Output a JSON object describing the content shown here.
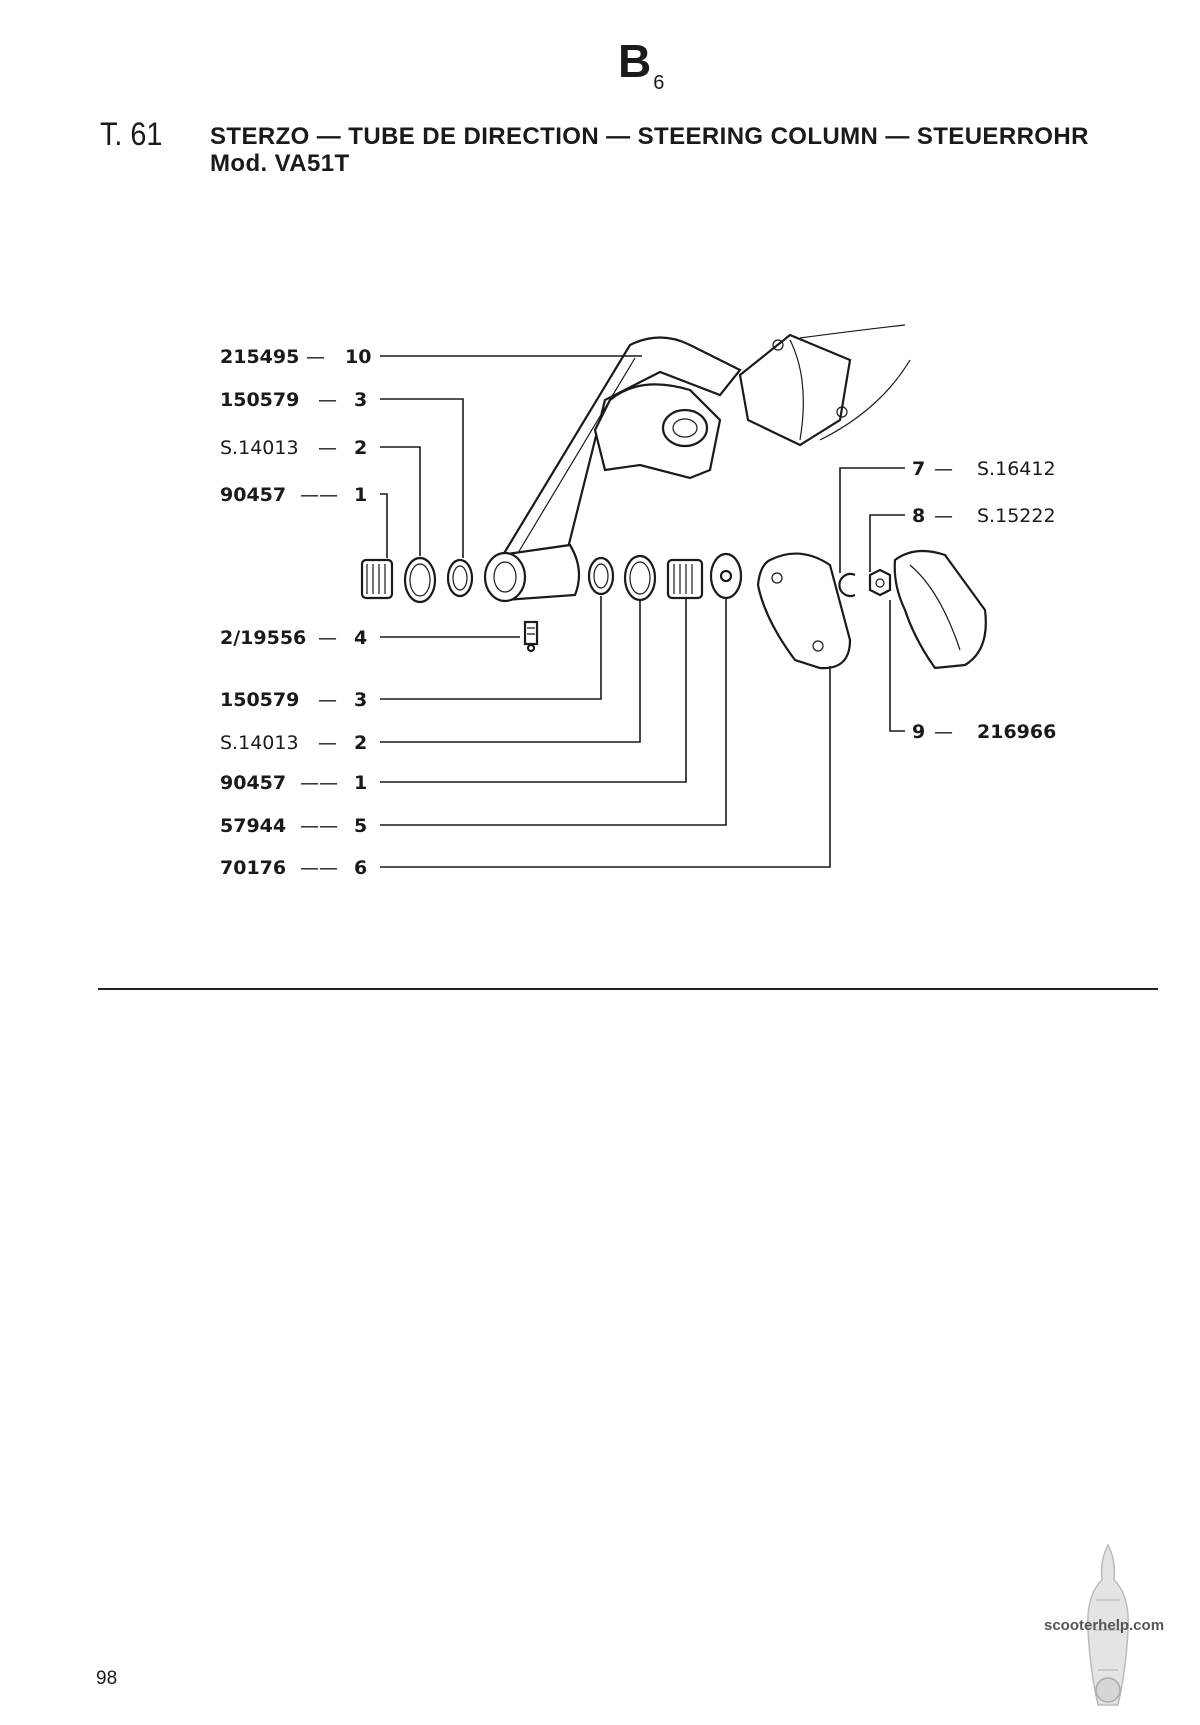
{
  "section_code": "B",
  "section_sub": "6",
  "table_number": "T. 61",
  "title": "STERZO — TUBE DE DIRECTION — STEERING COLUMN — STEUERROHR",
  "model": "Mod. VA51T",
  "parts": [
    {
      "code": "215495",
      "ref": "10"
    },
    {
      "code": "150579",
      "ref": "3"
    },
    {
      "code": "S.14013",
      "ref": "2"
    },
    {
      "code": "90457",
      "ref": "1"
    },
    {
      "code": "2/19556",
      "ref": "4"
    },
    {
      "code": "150579",
      "ref": "3"
    },
    {
      "code": "S.14013",
      "ref": "2"
    },
    {
      "code": "90457",
      "ref": "1"
    },
    {
      "code": "57944",
      "ref": "5"
    },
    {
      "code": "70176",
      "ref": "6"
    },
    {
      "code": "S.16412",
      "ref": "7"
    },
    {
      "code": "S.15222",
      "ref": "8"
    },
    {
      "code": "216966",
      "ref": "9"
    }
  ],
  "page_number": "98",
  "watermark": "scooterhelp.com"
}
